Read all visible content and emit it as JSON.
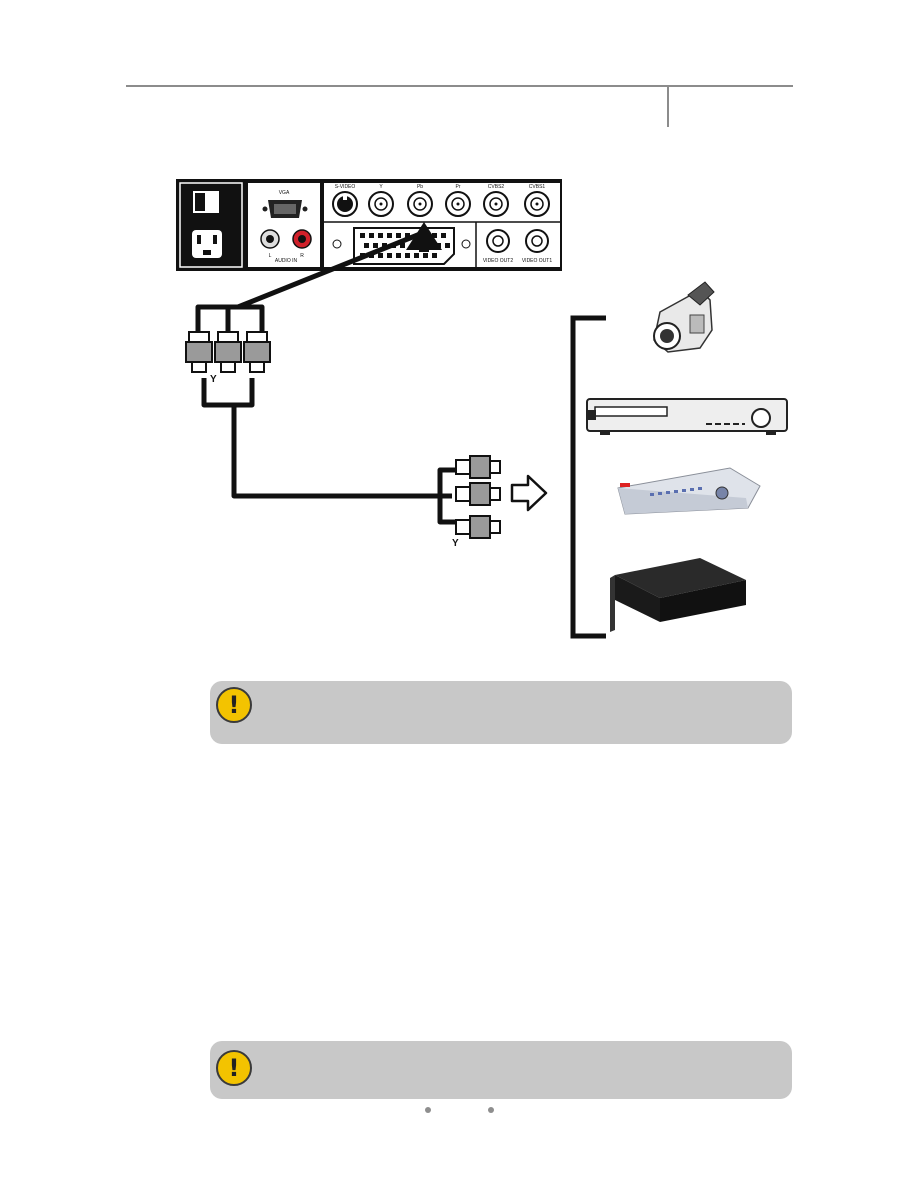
{
  "page": {
    "header": {
      "has_tab_marker": true
    },
    "panel": {
      "vga_label": "VGA",
      "audio_in_label": "AUDIO IN",
      "audio_left": "L",
      "audio_right": "R",
      "svideo_label": "S-VIDEO",
      "y_label": "Y",
      "pb_label": "Pb",
      "pr_label": "Pr",
      "cvbs2_label": "CVBS2",
      "cvbs1_label": "CVBS1",
      "video_out2_label": "VIDEO OUT2",
      "video_out1_label": "VIDEO OUT1"
    },
    "cable": {
      "top_y_label": "Y",
      "bottom_y_label": "Y"
    },
    "devices": [
      "camcorder-icon",
      "dvd-player-icon",
      "dvr-icon",
      "rack-unit-icon"
    ],
    "notes": [
      {
        "icon": "!",
        "text": ""
      },
      {
        "icon": "!",
        "text": ""
      }
    ],
    "colors": {
      "note_bg": "#c8c8c8",
      "warning_icon": "#f3c300",
      "panel_bg": "#111111",
      "rule": "#8c8c8c"
    }
  }
}
